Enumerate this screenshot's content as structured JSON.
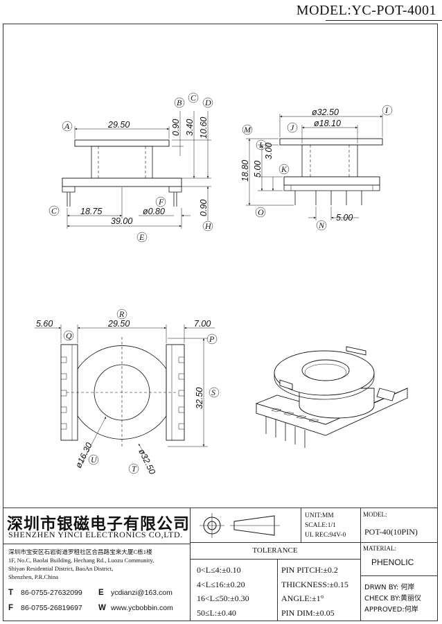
{
  "model_title": "MODEL:YC-POT-4001",
  "drawing": {
    "side_view": {
      "dims": {
        "top_width": "29.50",
        "flange_thk": "0.90",
        "slot": "3.40",
        "height": "10.60",
        "pin_offset": "18.75",
        "pin_dia": "ø0.80",
        "overall": "39.00",
        "pin_extra": "0.90"
      },
      "labels": [
        "A",
        "B",
        "C",
        "D",
        "C",
        "F",
        "E",
        "H"
      ]
    },
    "end_view": {
      "dims": {
        "outer": "ø32.50",
        "inner": "ø18.10",
        "total_h": "18.80",
        "mid": "5.00",
        "small": "3.00",
        "pitch": "5.00"
      },
      "labels": [
        "I",
        "J",
        "M",
        "L",
        "K",
        "O",
        "N"
      ]
    },
    "top_view": {
      "dims": {
        "left": "5.60",
        "center": "29.50",
        "right": "7.00",
        "height": "32.50",
        "d_inner": "ø16.30",
        "d_outer": "ø32.50"
      },
      "labels": [
        "R",
        "Q",
        "P",
        "S",
        "U",
        "T"
      ]
    }
  },
  "title_block": {
    "company_cn": "深圳市银磁电子有限公司",
    "company_en": "SHENZHEN YINCI ELECTRONICS CO,LTD.",
    "address": [
      "深圳市宝安区石岩街道罗租社区合昌路宝来大厦C栋1楼",
      "1F, No.C, Baolai Building, Hechang Rd., Luozu Community,",
      "Shiyan Residential District, BaoAn District,",
      "Shenzhen, P.R.China"
    ],
    "contacts": [
      {
        "key": "T",
        "value": "86-0755-27632099",
        "key2": "E",
        "value2": "ycdianzi@163.com"
      },
      {
        "key": "F",
        "value": "86-0755-26819697",
        "key2": "W",
        "value2": "www.ycbobbin.com"
      }
    ],
    "unit": "UNIT:MM",
    "scale": "SCALE:1/1",
    "ul_rec": "UL REC:94V-0",
    "model_label": "MODEL:",
    "model_value": "POT-40(10PIN)",
    "material_label": "MATERIAL:",
    "material_value": "PHENOLIC",
    "tolerance_title": "TOLERANCE",
    "tolerance_left": [
      "0<L≤4:±0.10",
      "4<L≤16:±0.20",
      "16<L≤50:±0.30",
      "50≤L:±0.40"
    ],
    "tolerance_right": [
      "PIN PITCH:±0.2",
      "THICKNESS:±0.15",
      "ANGLE:±1°",
      "PIN DIM:±0.05"
    ],
    "drawn_by": "DRWN BY: 何岸",
    "check_by": "CHECK BY:黄丽仪",
    "approved": "APPROVED:何岸"
  }
}
